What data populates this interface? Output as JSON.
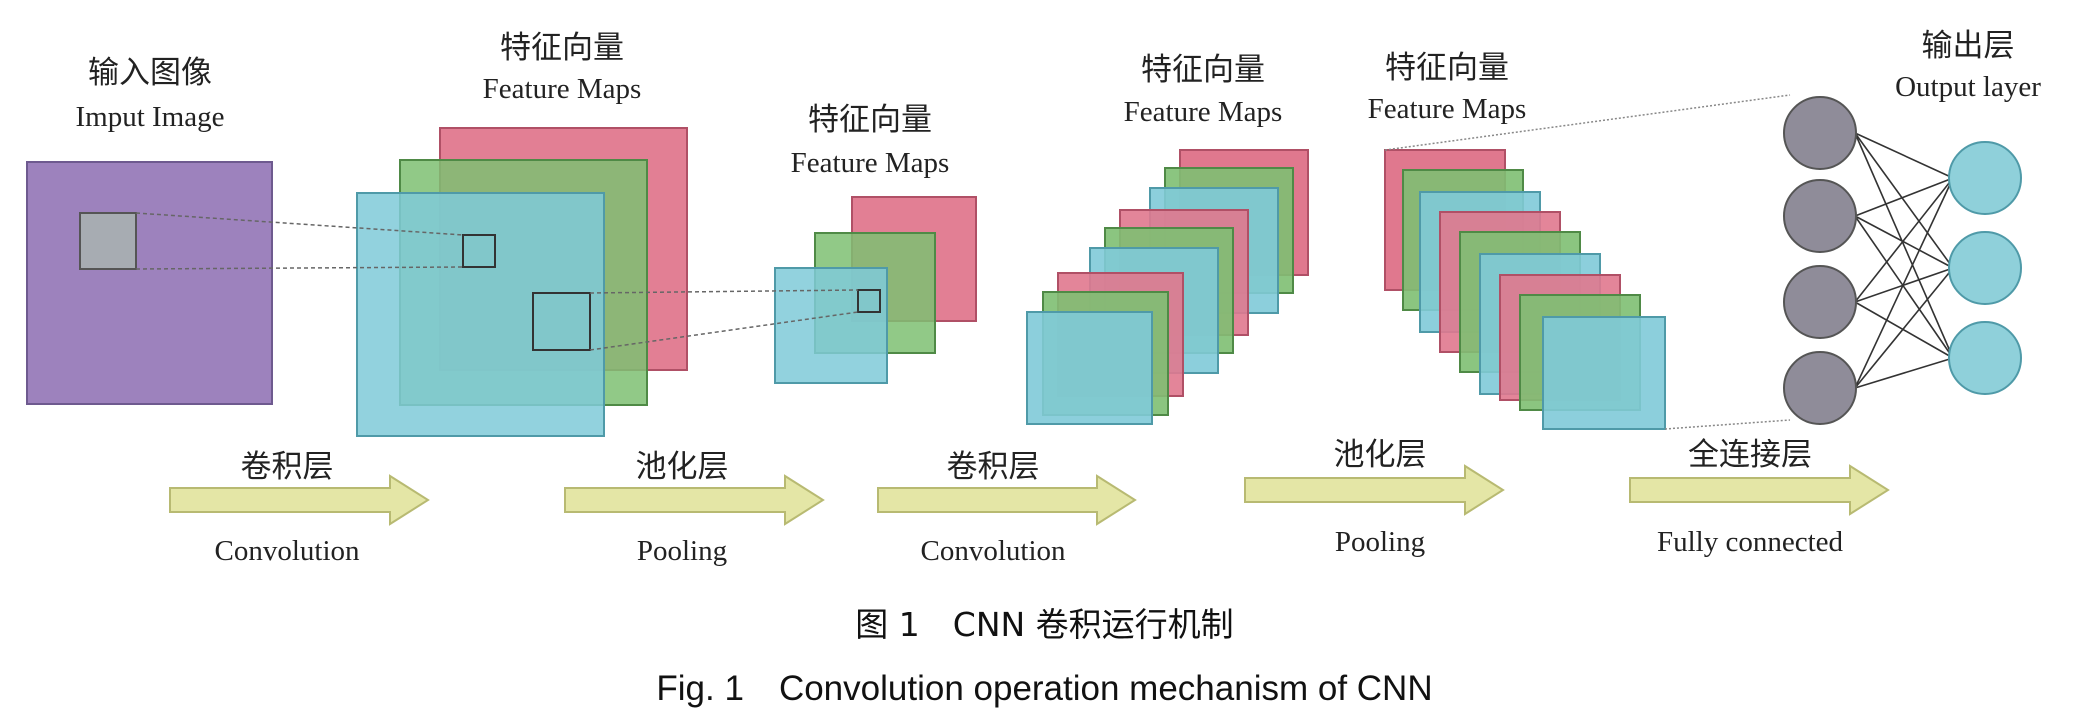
{
  "labels": {
    "input_zh": "输入图像",
    "input_en": "Imput Image",
    "fm1_zh": "特征向量",
    "fm1_en": "Feature Maps",
    "fm2_zh": "特征向量",
    "fm2_en": "Feature Maps",
    "fm3_zh": "特征向量",
    "fm3_en": "Feature Maps",
    "fm4_zh": "特征向量",
    "fm4_en": "Feature Maps",
    "output_zh": "输出层",
    "output_en": "Output layer"
  },
  "steps": [
    {
      "zh": "卷积层",
      "en": "Convolution"
    },
    {
      "zh": "池化层",
      "en": "Pooling"
    },
    {
      "zh": "卷积层",
      "en": "Convolution"
    },
    {
      "zh": "池化层",
      "en": "Pooling"
    },
    {
      "zh": "全连接层",
      "en": "Fully connected"
    }
  ],
  "caption": {
    "zh": "图 1　CNN 卷积运行机制",
    "en": "Fig. 1　Convolution operation mechanism of CNN"
  },
  "colors": {
    "input": "#9d82bd",
    "patch": "#a7acb2",
    "red": "#e0788e",
    "green": "#7ebf72",
    "cyan": "#7fcad8",
    "node_gray": "#8f8c99",
    "node_cyan": "#8fd0da",
    "arrow": "#e4e6a6"
  }
}
